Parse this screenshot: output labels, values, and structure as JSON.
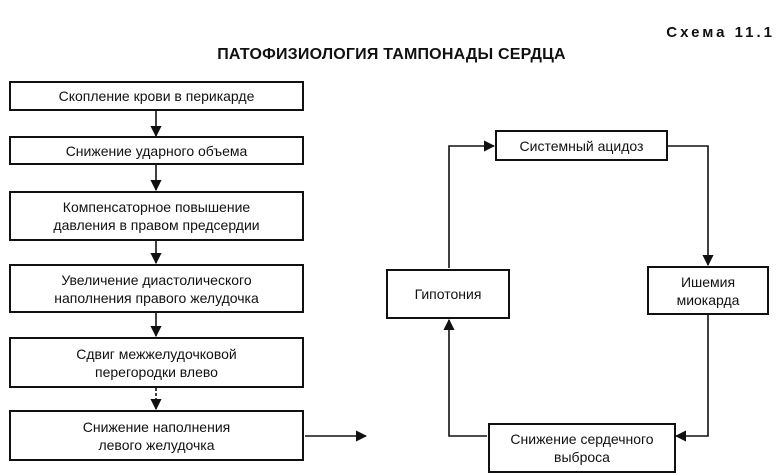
{
  "header": {
    "scheme_label": "Схема 11.1",
    "title": "ПАТОФИЗИОЛОГИЯ ТАМПОНАДЫ СЕРДЦА"
  },
  "chain": [
    "Скопление крови в перикарде",
    "Снижение ударного объема",
    "Компенсаторное повышение\nдавления в правом предсердии",
    "Увеличение диастолического\nнаполнения правого желудочка",
    "Сдвиг межжелудочковой\nперегородки влево",
    "Снижение наполнения\nлевого желудочка"
  ],
  "cycle": {
    "acidosis": "Системный ацидоз",
    "ischemia": "Ишемия\nмиокарда",
    "output": "Снижение сердечного\nвыброса",
    "hypotension": "Гипотония"
  }
}
